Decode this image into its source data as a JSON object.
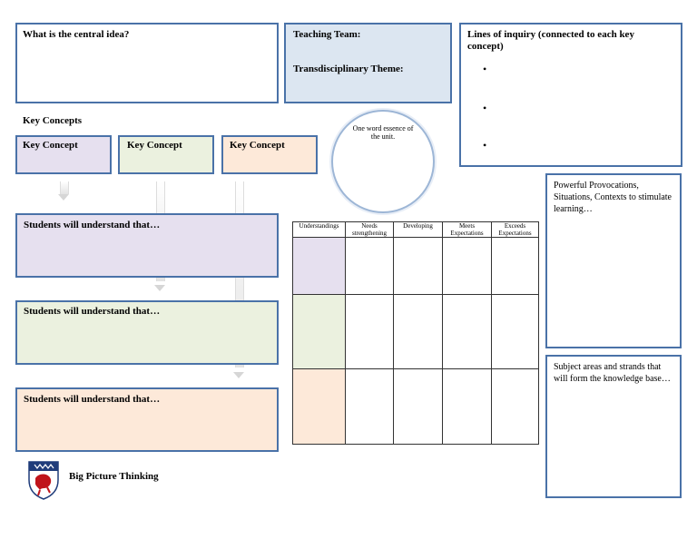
{
  "central_idea": {
    "label": "What is the central idea?"
  },
  "teaching_box": {
    "team_label": "Teaching Team:",
    "theme_label": "Transdisciplinary Theme:"
  },
  "lines_of_inquiry": {
    "label": "Lines of inquiry (connected to each key concept)",
    "bullets": [
      "•",
      "•",
      "•"
    ]
  },
  "key_concepts": {
    "heading": "Key Concepts",
    "items": [
      "Key Concept",
      "Key Concept",
      "Key Concept"
    ]
  },
  "essence": {
    "text": "One word essence of the unit."
  },
  "understandings": [
    "Students will understand that…",
    "Students will understand that…",
    "Students will understand that…"
  ],
  "provocations": {
    "text": "Powerful Provocations, Situations, Contexts to stimulate learning…"
  },
  "subject_areas": {
    "text": "Subject areas and strands that will form the knowledge base…"
  },
  "rubric": {
    "headers": [
      "Understandings",
      "Needs strengthening",
      "Developing",
      "Meets Expectations",
      "Exceeds Expectations"
    ]
  },
  "logo": {
    "text": "Big Picture Thinking"
  },
  "colors": {
    "border": "#4a72a8",
    "lavender": "#e6e0ef",
    "green": "#ebf1df",
    "peach": "#fde9d9",
    "blue": "#dce6f1"
  }
}
